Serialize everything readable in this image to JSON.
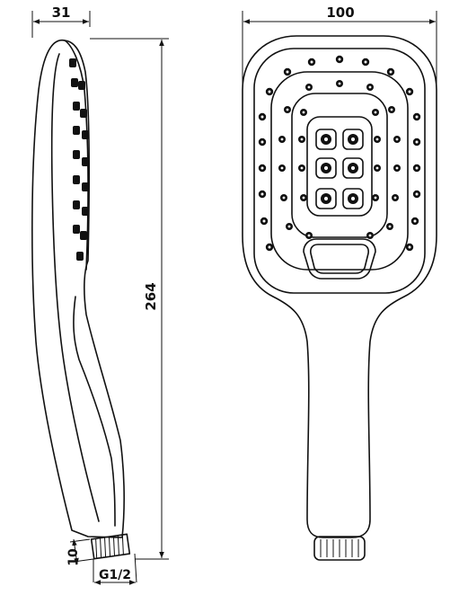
{
  "drawing": {
    "dimensions": {
      "side_depth": "31",
      "face_width": "100",
      "total_length": "264",
      "thread_length": "10",
      "thread_size": "G1/2"
    },
    "line_color": "#111111",
    "background": "#ffffff"
  }
}
